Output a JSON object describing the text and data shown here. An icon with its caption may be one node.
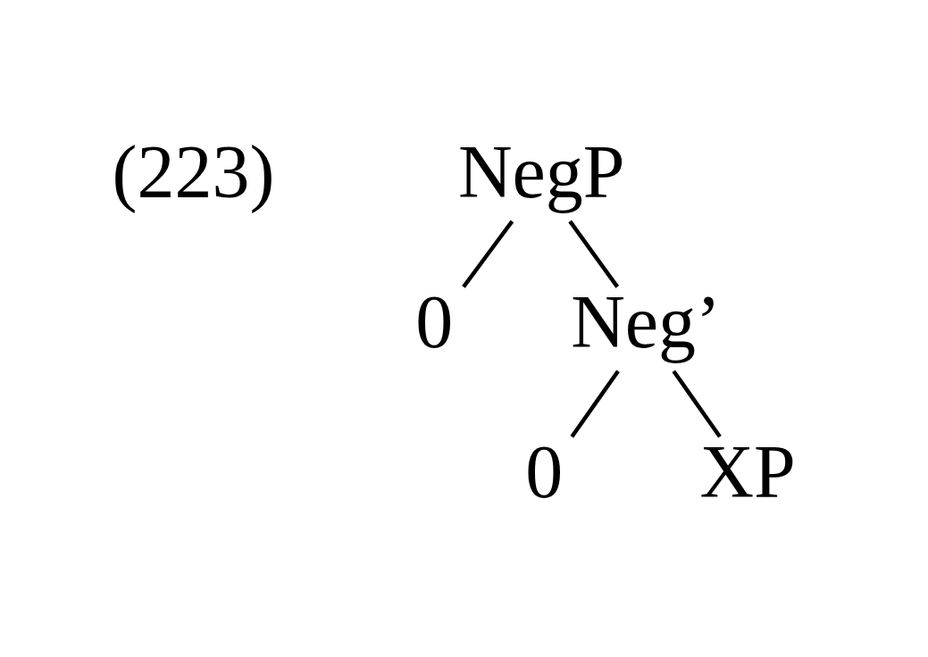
{
  "diagram": {
    "nodes": [
      {
        "text": [
          "NegP"
        ]
      },
      {
        "text": [
          "0"
        ]
      },
      {
        "text": [
          "Neg’"
        ]
      },
      {
        "text": [
          "0"
        ]
      },
      {
        "text": [
          "XP"
        ]
      }
    ],
    "edges": [
      {
        "from": 0,
        "to": 1,
        "arrow": "none"
      },
      {
        "from": 0,
        "to": 2,
        "arrow": "none"
      },
      {
        "from": 2,
        "to": 3,
        "arrow": "none"
      },
      {
        "from": 2,
        "to": 4,
        "arrow": "none"
      }
    ],
    "labels": [
      "(223)"
    ]
  }
}
